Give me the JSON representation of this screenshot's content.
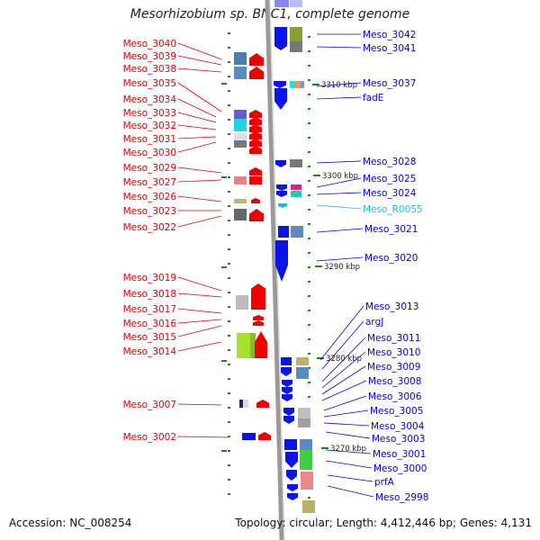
{
  "title": "Mesorhizobium sp. BNC1, complete genome",
  "accession": "Accession: NC_008254",
  "topology": "Topology: circular; Length: 4,412,446 bp; Genes: 4,131",
  "colors": {
    "left_label": "#e00000",
    "right_label": "#0000e0",
    "rna_label": "#22bbdd",
    "tick": "#1a8a1a",
    "backbone": "#999999",
    "strand_minus_gene": "#0a14e6",
    "strand_plus_gene": "#ee0000"
  },
  "scale_labels": [
    "3310 kbp",
    "3300 kbp",
    "3290 kbp",
    "3280 kbp",
    "3270 kbp"
  ],
  "left_labels": [
    "Meso_3040",
    "Meso_3039",
    "Meso_3038",
    "Meso_3035",
    "Meso_3034",
    "Meso_3033",
    "Meso_3032",
    "Meso_3031",
    "Meso_3030",
    "Meso_3029",
    "Meso_3027",
    "Meso_3026",
    "Meso_3023",
    "Meso_3022",
    "Meso_3019",
    "Meso_3018",
    "Meso_3017",
    "Meso_3016",
    "Meso_3015",
    "Meso_3014",
    "Meso_3007",
    "Meso_3002"
  ],
  "right_labels": [
    "Meso_3042",
    "Meso_3041",
    "Meso_3037",
    "fadE",
    "Meso_3028",
    "Meso_3025",
    "Meso_3024",
    "Meso_R0055",
    "Meso_3021",
    "Meso_3020",
    "Meso_3013",
    "argJ",
    "Meso_3011",
    "Meso_3010",
    "Meso_3009",
    "Meso_3008",
    "Meso_3006",
    "Meso_3005",
    "Meso_3004",
    "Meso_3003",
    "Meso_3001",
    "Meso_3000",
    "prfA",
    "Meso_2998"
  ]
}
